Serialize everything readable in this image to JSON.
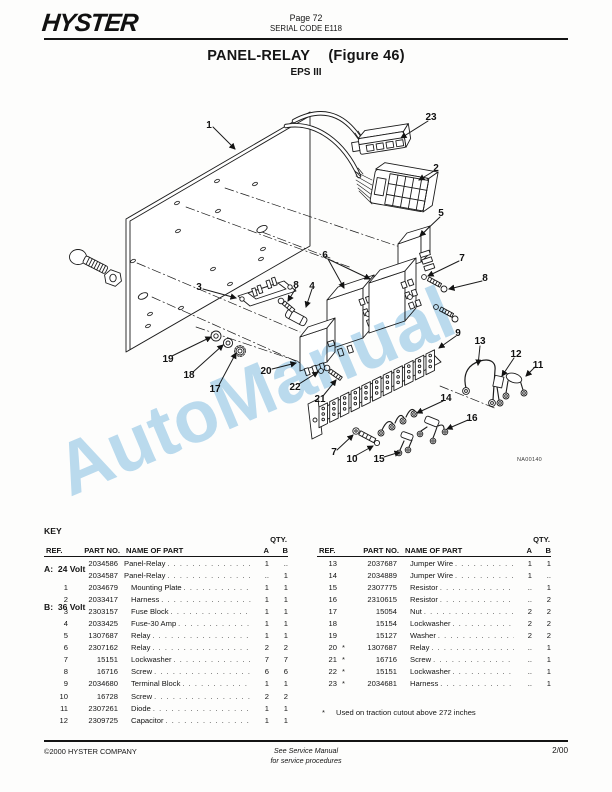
{
  "header": {
    "logo": "HYSTER",
    "page": "Page 72",
    "serial": "SERIAL CODE E118"
  },
  "title": {
    "main": "PANEL-RELAY",
    "figure": "(Figure 46)",
    "sub": "EPS III"
  },
  "watermark": {
    "text": "AutoManual",
    "color": "#bcdcf0"
  },
  "diagram": {
    "na_code": "NA00140",
    "labels": {
      "c1": "1",
      "c2": "2",
      "c3": "3",
      "c4": "4",
      "c5": "5",
      "c6": "6",
      "c7": "7",
      "c8": "8",
      "c9": "9",
      "c10": "10",
      "c11": "11",
      "c12": "12",
      "c13": "13",
      "c14": "14",
      "c15": "15",
      "c16": "16",
      "c17": "17",
      "c18": "18",
      "c19": "19",
      "c20": "20",
      "c21": "21",
      "c22": "22",
      "c23": "23"
    }
  },
  "key": {
    "title": "KEY",
    "line_a": "A:  24 Volt",
    "line_b": "B:  36 Volt"
  },
  "parts_table": {
    "qty_label": "QTY.",
    "headers": {
      "ref": "REF.",
      "part": "PART NO.",
      "name": "NAME OF PART",
      "a": "A",
      "b": "B"
    },
    "left_rows": [
      {
        "ref": "",
        "part": "2034586",
        "name": "Panel-Relay",
        "indent": false,
        "a": "1",
        "b": ".."
      },
      {
        "ref": "",
        "part": "2034587",
        "name": "Panel-Relay",
        "indent": false,
        "a": "..",
        "b": "1"
      },
      {
        "ref": "1",
        "part": "2034679",
        "name": "Mounting Plate",
        "indent": true,
        "a": "1",
        "b": "1"
      },
      {
        "ref": "2",
        "part": "2033417",
        "name": "Harness",
        "indent": true,
        "a": "1",
        "b": "1"
      },
      {
        "ref": "3",
        "part": "2303157",
        "name": "Fuse Block",
        "indent": true,
        "a": "1",
        "b": "1"
      },
      {
        "ref": "4",
        "part": "2033425",
        "name": "Fuse-30 Amp",
        "indent": true,
        "a": "1",
        "b": "1"
      },
      {
        "ref": "5",
        "part": "1307687",
        "name": "Relay",
        "indent": true,
        "a": "1",
        "b": "1"
      },
      {
        "ref": "6",
        "part": "2307162",
        "name": "Relay",
        "indent": true,
        "a": "2",
        "b": "2"
      },
      {
        "ref": "7",
        "part": "15151",
        "name": "Lockwasher",
        "indent": true,
        "a": "7",
        "b": "7"
      },
      {
        "ref": "8",
        "part": "16716",
        "name": "Screw",
        "indent": true,
        "a": "6",
        "b": "6"
      },
      {
        "ref": "9",
        "part": "2034680",
        "name": "Terminal Block",
        "indent": true,
        "a": "1",
        "b": "1"
      },
      {
        "ref": "10",
        "part": "16728",
        "name": "Screw",
        "indent": true,
        "a": "2",
        "b": "2"
      },
      {
        "ref": "11",
        "part": "2307261",
        "name": "Diode",
        "indent": true,
        "a": "1",
        "b": "1"
      },
      {
        "ref": "12",
        "part": "2309725",
        "name": "Capacitor",
        "indent": true,
        "a": "1",
        "b": "1"
      }
    ],
    "right_rows": [
      {
        "ref": "13",
        "star": false,
        "part": "2037687",
        "name": "Jumper Wire",
        "a": "1",
        "b": "1"
      },
      {
        "ref": "14",
        "star": false,
        "part": "2034889",
        "name": "Jumper Wire",
        "a": "1",
        "b": ".."
      },
      {
        "ref": "15",
        "star": false,
        "part": "2307775",
        "name": "Resistor",
        "a": "..",
        "b": "1"
      },
      {
        "ref": "16",
        "star": false,
        "part": "2310615",
        "name": "Resistor",
        "a": "..",
        "b": "2"
      },
      {
        "ref": "17",
        "star": false,
        "part": "15054",
        "name": "Nut",
        "a": "2",
        "b": "2"
      },
      {
        "ref": "18",
        "star": false,
        "part": "15154",
        "name": "Lockwasher",
        "a": "2",
        "b": "2"
      },
      {
        "ref": "19",
        "star": false,
        "part": "15127",
        "name": "Washer",
        "a": "2",
        "b": "2"
      },
      {
        "ref": "20",
        "star": true,
        "part": "1307687",
        "name": "Relay",
        "a": "..",
        "b": "1"
      },
      {
        "ref": "21",
        "star": true,
        "part": "16716",
        "name": "Screw",
        "a": "..",
        "b": "1"
      },
      {
        "ref": "22",
        "star": true,
        "part": "15151",
        "name": "Lockwasher",
        "a": "..",
        "b": "1"
      },
      {
        "ref": "23",
        "star": true,
        "part": "2034681",
        "name": "Harness",
        "a": "..",
        "b": "1"
      }
    ],
    "footnote_star": "*",
    "footnote_text": "Used on traction cutout above 272 inches"
  },
  "footer": {
    "copyright": "©2000 HYSTER COMPANY",
    "center_line1": "See Service Manual",
    "center_line2": "for service procedures",
    "date": "2/00"
  }
}
